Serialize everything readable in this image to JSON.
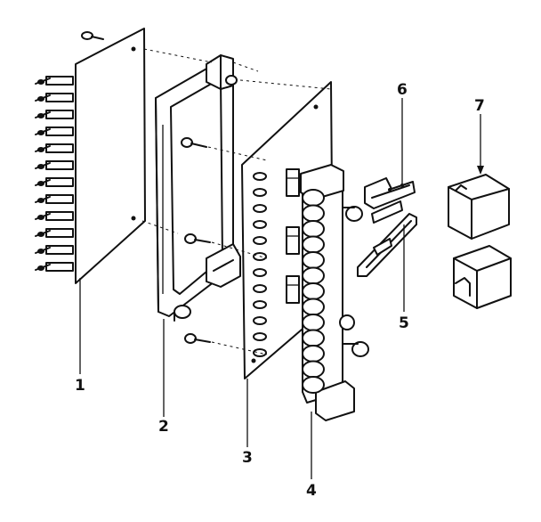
{
  "callouts": [
    {
      "id": "1",
      "text": "1"
    },
    {
      "id": "2",
      "text": "2"
    },
    {
      "id": "3",
      "text": "3"
    },
    {
      "id": "4",
      "text": "4"
    },
    {
      "id": "5",
      "text": "5"
    },
    {
      "id": "6",
      "text": "6"
    },
    {
      "id": "7",
      "text": "7"
    }
  ],
  "colors": {
    "ink": "#111111",
    "paper": "#ffffff"
  }
}
